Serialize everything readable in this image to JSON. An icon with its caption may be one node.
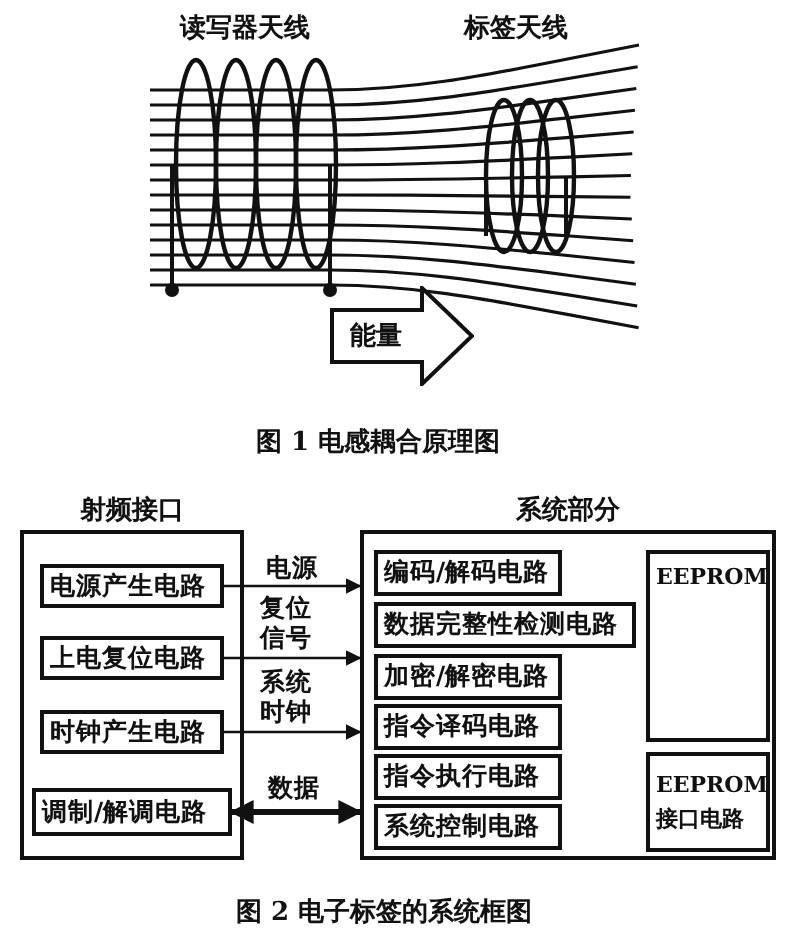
{
  "diagram": {
    "nodes": [
      {
        "text": [
          "能量"
        ]
      },
      {
        "text": [
          "射频接口"
        ]
      },
      {
        "text": [
          "电源产生电路"
        ],
        "in": 1
      },
      {
        "text": [
          "上电复位电路"
        ],
        "in": 1
      },
      {
        "text": [
          "时钟产生电路"
        ],
        "in": 1
      },
      {
        "text": [
          "调制/解调电路"
        ],
        "in": 1
      },
      {
        "text": [
          "系统部分"
        ]
      },
      {
        "text": [
          "编码/解码电路"
        ],
        "in": 6
      },
      {
        "text": [
          "数据完整性检测电路"
        ],
        "in": 6
      },
      {
        "text": [
          "加密/解密电路"
        ],
        "in": 6
      },
      {
        "text": [
          "指令译码电路"
        ],
        "in": 6
      },
      {
        "text": [
          "指令执行电路"
        ],
        "in": 6
      },
      {
        "text": [
          "系统控制电路"
        ],
        "in": 6
      },
      {
        "text": [
          "EEPROM"
        ],
        "in": 6
      },
      {
        "text": [
          "EEPROM接口电路"
        ],
        "in": 6
      }
    ],
    "edges": [
      {
        "from": 2,
        "to": 6,
        "arrow": "to",
        "label": "电源"
      },
      {
        "from": 3,
        "to": 6,
        "arrow": "to",
        "label": "复位信号"
      },
      {
        "from": 4,
        "to": 6,
        "arrow": "to",
        "label": "系统时钟"
      },
      {
        "from": 5,
        "to": 6,
        "arrow": "both",
        "label": "数据",
        "style": "thick"
      }
    ],
    "labels": [
      "读写器天线",
      "标签天线",
      "图 1 电感耦合原理图",
      "图 2 电子标签的系统框图"
    ]
  }
}
